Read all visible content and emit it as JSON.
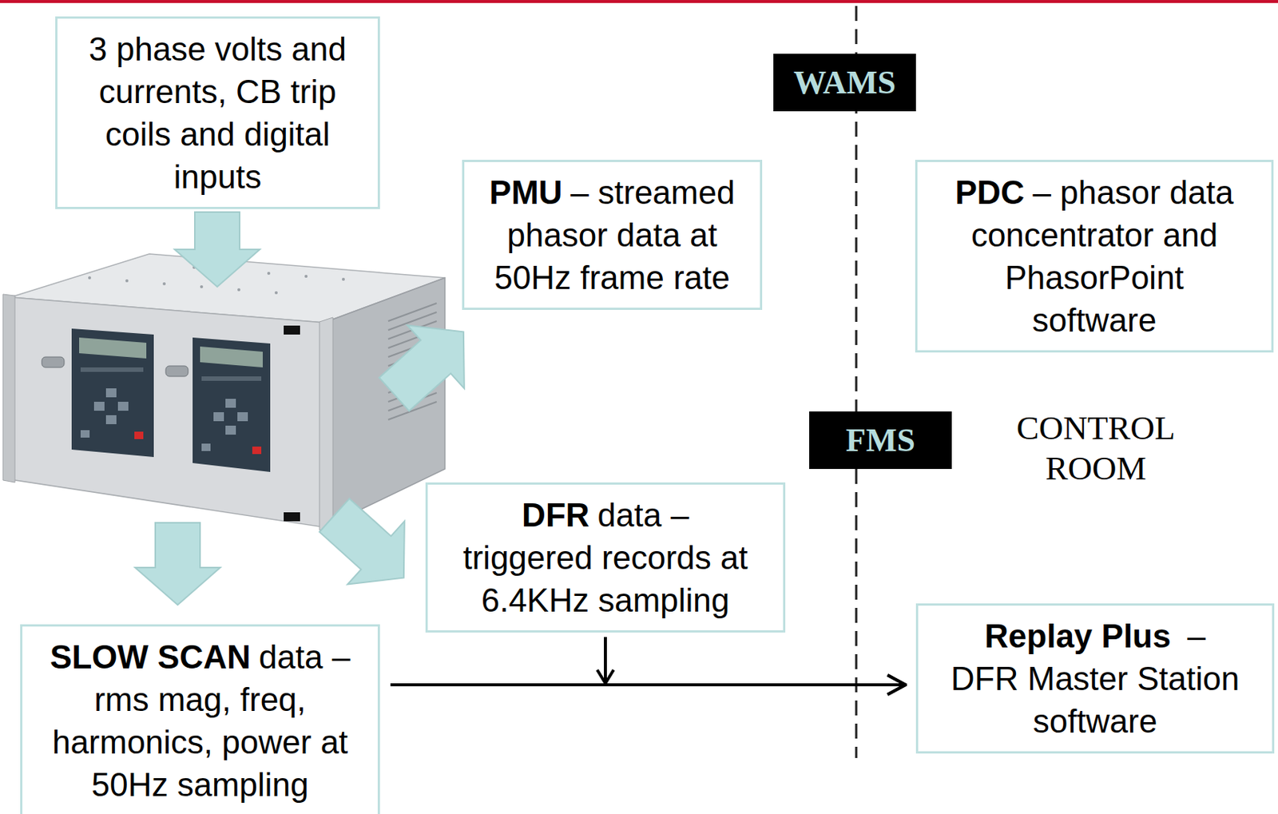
{
  "diagram": {
    "nodes": [
      {
        "text": [
          "3 phase volts and currents, CB trip coils and digital inputs"
        ]
      },
      {
        "text": [
          "WAMS"
        ]
      },
      {
        "text": [
          "PMU",
          "– streamed phasor data at 50Hz frame rate"
        ]
      },
      {
        "text": [
          "PDC",
          "– phasor data concentrator and PhasorPoint software"
        ]
      },
      {
        "text": [
          "FMS"
        ]
      },
      {
        "text": [
          "DFR",
          "data – triggered records at 6.4KHz sampling"
        ]
      },
      {
        "text": [
          "SLOW SCAN",
          "data – rms mag, freq, harmonics, power at 50Hz sampling"
        ]
      },
      {
        "text": [
          "Replay Plus",
          "– DFR Master Station software"
        ]
      }
    ],
    "edges": [
      {
        "from": 6,
        "to": 7,
        "arrow": "to"
      },
      {
        "from": 5,
        "to": 7,
        "arrow": "to"
      }
    ],
    "labels": [
      "CONTROL ROOM"
    ]
  }
}
